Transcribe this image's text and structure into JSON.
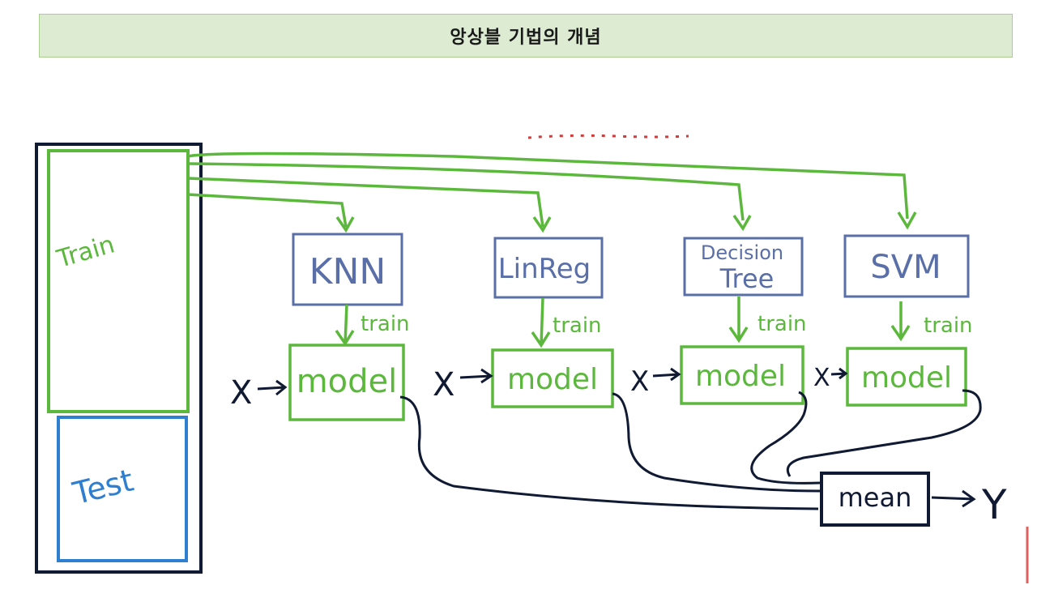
{
  "title": "앙상블 기법의 개념",
  "colors": {
    "green": "#5cb83c",
    "blue": "#2f7fd0",
    "slate": "#5a6fa8",
    "black": "#111a33",
    "banner_bg": "#dcebd2",
    "banner_border": "#a9cf90"
  },
  "dataset": {
    "train_label": "Train",
    "test_label": "Test"
  },
  "algorithms": [
    {
      "name_lines": [
        "KNN"
      ]
    },
    {
      "name_lines": [
        "LinReg"
      ]
    },
    {
      "name_lines": [
        "Decision",
        "Tree"
      ]
    },
    {
      "name_lines": [
        "SVM"
      ]
    }
  ],
  "train_label": "train",
  "model_label": "model",
  "input_label": "X",
  "aggregator_label": "mean",
  "output_label": "Y"
}
